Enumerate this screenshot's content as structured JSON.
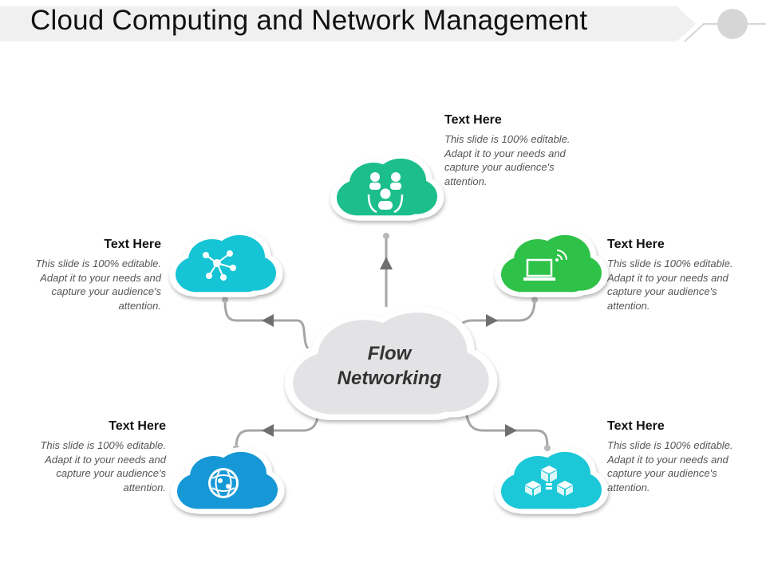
{
  "title": "Cloud Computing and Network Management",
  "center": {
    "line1": "Flow",
    "line2": "Networking"
  },
  "colors": {
    "center": "#e3e3e5",
    "top": "#1fbf8c",
    "top_left": "#19c5d5",
    "top_right": "#2fc24a",
    "bottom_left": "#1998d7",
    "bottom_right": "#1dc8d8",
    "connector": "#9e9e9e",
    "arrow": "#707070",
    "title_band": "#f0f0f0"
  },
  "nodes": {
    "top": {
      "icon": "people-group-icon",
      "heading": "Text Here",
      "body": "This slide is 100% editable. Adapt it to your needs and capture your audience's attention."
    },
    "top_left": {
      "icon": "network-hub-icon",
      "heading": "Text Here",
      "body": "This slide is 100% editable. Adapt it to your needs and capture your audience's attention."
    },
    "top_right": {
      "icon": "wifi-laptop-icon",
      "heading": "Text Here",
      "body": "This slide is 100% editable. Adapt it to your needs and capture your audience's attention."
    },
    "bottom_left": {
      "icon": "globe-icon",
      "heading": "Text Here",
      "body": "This slide is 100% editable. Adapt it to your needs and capture your audience's attention."
    },
    "bottom_right": {
      "icon": "server-cubes-icon",
      "heading": "Text Here",
      "body": "This slide is 100% editable. Adapt it to your needs and capture your audience's attention."
    }
  }
}
